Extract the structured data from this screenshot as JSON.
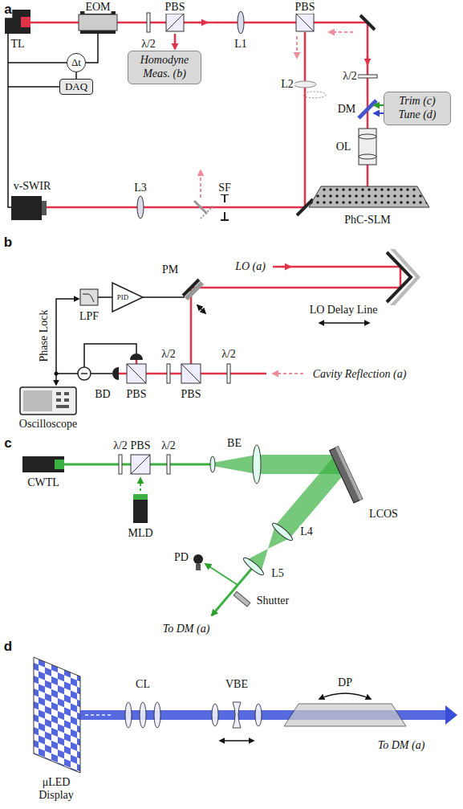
{
  "diagram": {
    "nodes": [
      {
        "text": [
          "Δt"
        ]
      },
      {
        "text": [
          "DAQ"
        ]
      },
      {
        "text": [
          "Homodyne Meas. (b)"
        ]
      },
      {
        "text": [
          "Trim (c)",
          "Tune (d)"
        ]
      }
    ],
    "edges": [
      {
        "from": 0,
        "to": 1,
        "arrow": "none"
      }
    ],
    "labels": [
      "a",
      "EOM",
      "PBS",
      "PBS",
      "TL",
      "λ/2",
      "L1",
      "L2",
      "λ/2",
      "DM",
      "OL",
      "PhC-SLM",
      "v-SWIR",
      "L3",
      "SF",
      "b",
      "PM",
      "LO (a)",
      "LO Delay Line",
      "PID",
      "LPF",
      "Phase Lock",
      "BD",
      "PBS",
      "PBS",
      "λ/2",
      "λ/2",
      "Cavity Reflection (a)",
      "Oscilloscope",
      "c",
      "CWTL",
      "λ/2",
      "PBS",
      "λ/2",
      "BE",
      "LCOS",
      "MLD",
      "L4",
      "L5",
      "PD",
      "Shutter",
      "To DM (a)",
      "d",
      "μLED Display",
      "CL",
      "VBE",
      "DP",
      "To DM (a)"
    ]
  }
}
